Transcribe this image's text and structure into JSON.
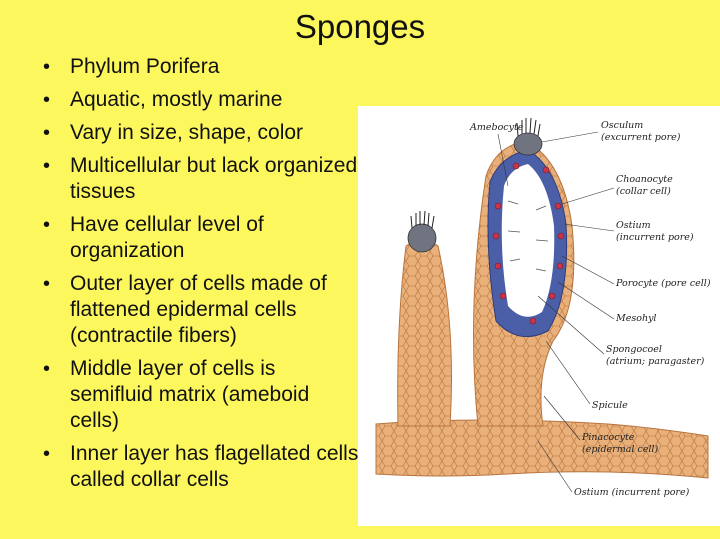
{
  "title": "Sponges",
  "bullets": [
    "Phylum Porifera",
    "Aquatic, mostly marine",
    "Vary in size, shape, color",
    "Multicellular but lack organized tissues",
    "Have cellular level of organization",
    "Outer layer of cells made of flattened epidermal cells (contractile fibers)",
    "Middle layer of cells is semifluid matrix (ameboid cells)",
    "Inner layer has flagellated cells called collar cells"
  ],
  "diagram": {
    "labels": {
      "amebocyte": "Amebocyte",
      "osculum": "Osculum",
      "osculum_sub": "(excurrent pore)",
      "choanocyte": "Choanocyte",
      "choanocyte_sub": "(collar cell)",
      "ostium": "Ostium",
      "ostium_sub": "(incurrent pore)",
      "porocyte": "Porocyte (pore cell)",
      "mesohyl": "Mesohyl",
      "spongocoel": "Spongocoel",
      "spongocoel_sub": "(atrium; paragaster)",
      "spicule": "Spicule",
      "pinacocyte": "Pinacocyte",
      "pinacocyte_sub": "(epidermal cell)",
      "ostium_bottom": "Ostium (incurrent pore)"
    },
    "colors": {
      "body": "#e9b07a",
      "body_dark": "#b8743e",
      "cavity": "#ffffff",
      "choanocyte_layer": "#4b5fa8",
      "pores": "#c8344a"
    }
  }
}
